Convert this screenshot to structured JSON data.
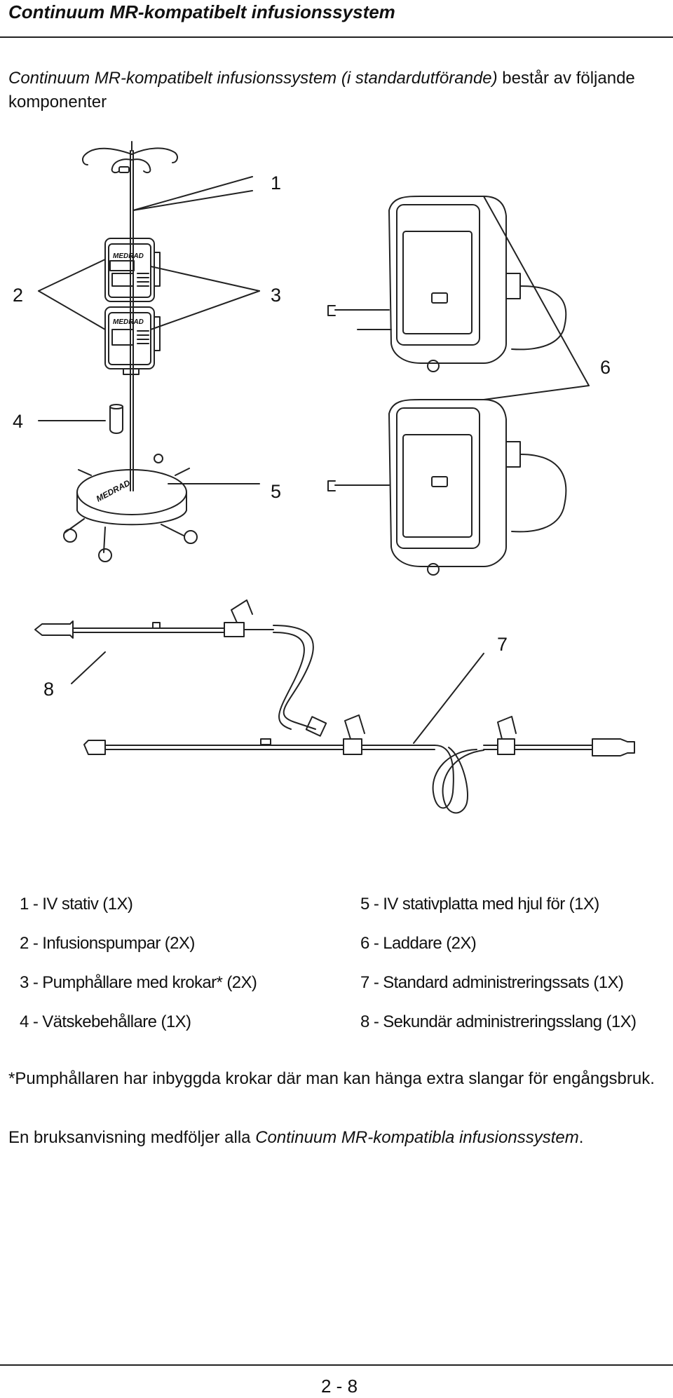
{
  "header": {
    "title": "Continuum MR-kompatibelt infusionssystem"
  },
  "intro": {
    "product_italic": "Continuum MR-kompatibelt infusionssystem (i standardutförande)",
    "rest": " består av följande komponenter"
  },
  "diagram": {
    "callouts": [
      "1",
      "2",
      "3",
      "4",
      "5",
      "6",
      "7",
      "8"
    ],
    "pump_brand": "MEDRAD",
    "base_brand": "MEDRAD"
  },
  "legend": {
    "items": [
      "1 - IV stativ (1X)",
      "2 - Infusionspumpar (2X)",
      "3 - Pumphållare med krokar* (2X)",
      "4 - Vätskebehållare (1X)",
      "5 - IV stativplatta med hjul för (1X)",
      "6 - Laddare (2X)",
      "7 - Standard administreringssats (1X)",
      "8 - Sekundär administreringsslang (1X)"
    ]
  },
  "notes": {
    "footnote": "*Pumphållaren har inbyggda krokar där man kan hänga extra slangar för engångsbruk.",
    "manual_prefix": "En bruksanvisning medföljer alla ",
    "manual_italic": "Continuum MR-kompatibla infusionssystem",
    "manual_suffix": "."
  },
  "footer": {
    "page_number": "2 - 8"
  }
}
